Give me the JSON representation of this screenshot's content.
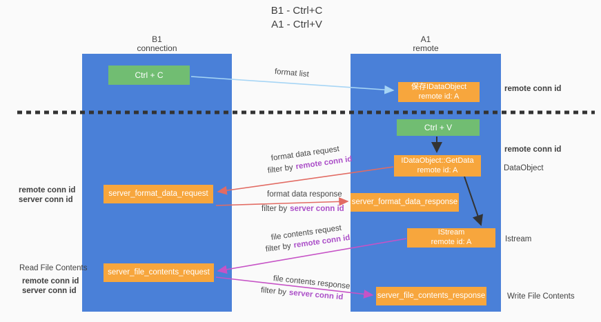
{
  "title": {
    "line1": "B1 - Ctrl+C",
    "line2": "A1 - Ctrl+V"
  },
  "columns": {
    "left": {
      "name": "B1",
      "role": "connection"
    },
    "right": {
      "name": "A1",
      "role": "remote"
    }
  },
  "nodes": {
    "ctrl_c": "Ctrl + C",
    "ctrl_v": "Ctrl + V",
    "save_dataobject": {
      "line1": "保存IDataObject",
      "line2": "remote id: A"
    },
    "getdata": {
      "line1": "IDataObject::GetData",
      "line2": "remote id: A"
    },
    "istream": {
      "line1": "IStream",
      "line2": "remote id: A"
    },
    "format_request": "server_format_data_request",
    "format_response": "server_format_data_response",
    "file_request": "server_file_contents_request",
    "file_response": "server_file_contents_response"
  },
  "labels": {
    "format_list": "format list",
    "format_data_request": "format data request",
    "format_data_response": "format data response",
    "file_contents_request": "file contents request",
    "file_contents_response": "file contents response",
    "filter_by": "filter by",
    "remote_conn_id": "remote conn id",
    "server_conn_id": "server conn id",
    "dataobject": "DataObject",
    "istream": "Istream",
    "read_file_contents": "Read File Contents",
    "write_file_contents": "Write File Contents"
  },
  "colors": {
    "background": "#fafafa",
    "column_blue": "#4a80d8",
    "node_orange": "#f7a63d",
    "node_green": "#71bd72",
    "arrow_blue": "#a6d5f5",
    "arrow_red": "#e26b63",
    "arrow_magenta": "#c653c6",
    "arrow_black": "#333333",
    "conn_purple": "#ab4fc8",
    "conn_green": "#53b156",
    "dash": "#333333",
    "text_dark": "#3f3f3f"
  }
}
